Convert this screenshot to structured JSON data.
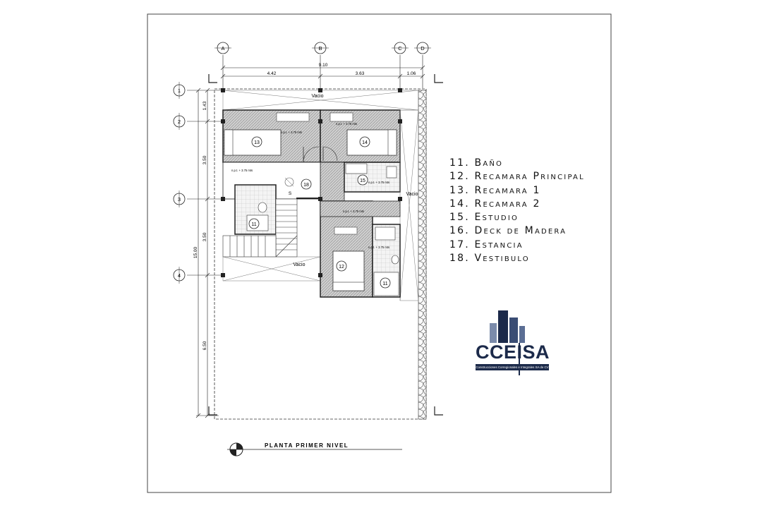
{
  "grid_columns": [
    "A",
    "B",
    "C",
    "D"
  ],
  "grid_rows": [
    "1",
    "2",
    "3",
    "4"
  ],
  "dimensions": {
    "overall_width": "9.10",
    "bays": [
      "4.42",
      "3.63",
      "1.06"
    ],
    "overall_depth": "15.00",
    "rows": [
      "1.43",
      "3.50",
      "3.50",
      "6.50"
    ]
  },
  "plan_labels": {
    "vacio": "Vacio",
    "stair_up": "S",
    "npt": "n.p.t. + 3.75 mts"
  },
  "room_tags": [
    "13",
    "14",
    "15",
    "18",
    "11",
    "12",
    "11"
  ],
  "legend": [
    "11. Baño",
    "12. Recamara Principal",
    "13. Recamara 1",
    "14. Recamara 2",
    "15. Estudio",
    "16. Deck de Madera",
    "17. Estancia",
    "18. Vestibulo"
  ],
  "drawing_title": "PLANTA PRIMER NIVEL",
  "logo": {
    "name": "CCEISA",
    "tagline": "Construcciones Corregionales e Integrales SA de CV",
    "color": "#1c2a4a"
  }
}
